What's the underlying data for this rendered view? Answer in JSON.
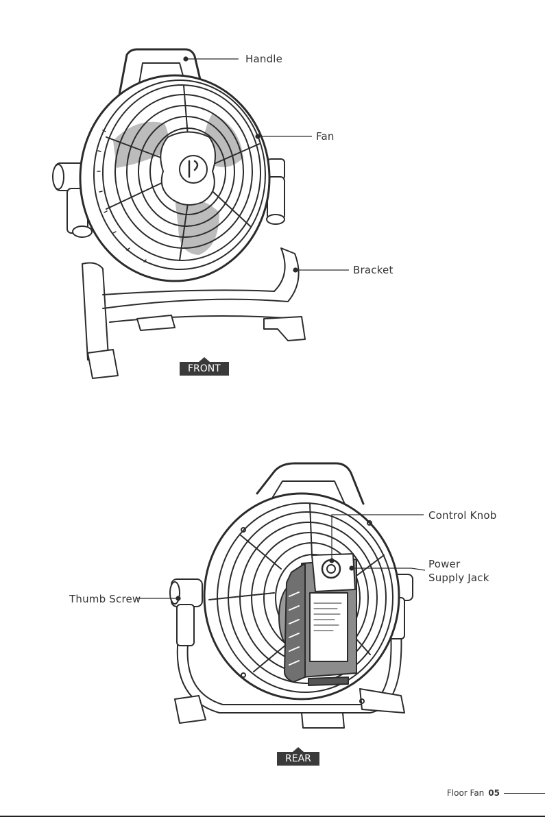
{
  "front": {
    "labels": {
      "handle": "Handle",
      "fan": "Fan",
      "bracket": "Bracket"
    },
    "view": "FRONT"
  },
  "rear": {
    "labels": {
      "control_knob": "Control Knob",
      "power_supply_jack": "Power\nSupply Jack",
      "thumb_screw": "Thumb Screw"
    },
    "view": "REAR"
  },
  "footer": {
    "title": "Floor Fan",
    "page": "05"
  }
}
